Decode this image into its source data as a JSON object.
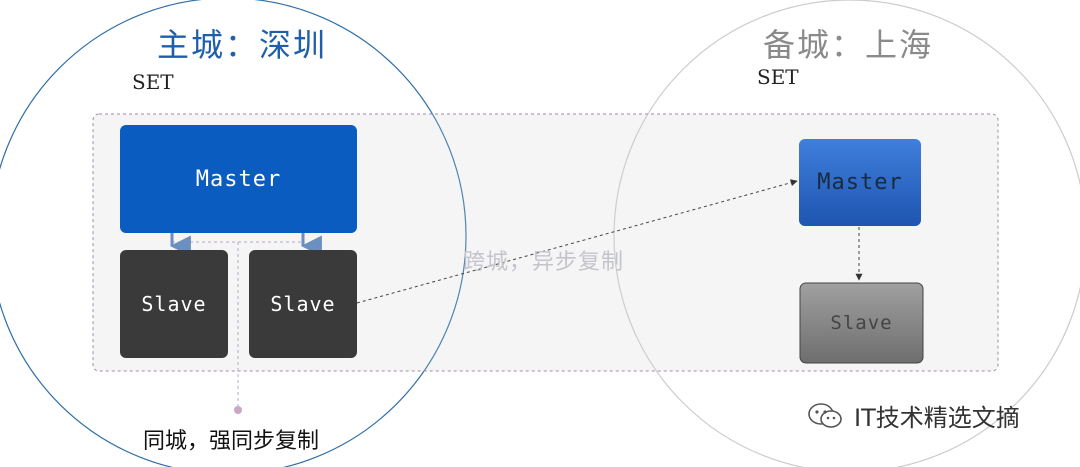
{
  "zones": {
    "primary": {
      "title": "主城：深圳",
      "set_label": "SET"
    },
    "backup": {
      "title": "备城：上海",
      "set_label": "SET"
    }
  },
  "nodes": {
    "primary_master": "Master",
    "primary_slave_1": "Slave",
    "primary_slave_2": "Slave",
    "backup_master": "Master",
    "backup_slave": "Slave"
  },
  "edges": {
    "cross_city": "跨城，异步复制",
    "same_city": "同城，强同步复制"
  },
  "watermark": {
    "text": "IT技术精选文摘",
    "icon": "wechat-icon"
  },
  "colors": {
    "title_blue": "#1f5fa8",
    "title_gray": "#8a8a8a",
    "master_blue": "#0b5cc0",
    "master_blue_light": "#2f6fd0",
    "slave_dark": "#3a3a3a",
    "slave_gray": "#8c8c8c"
  }
}
